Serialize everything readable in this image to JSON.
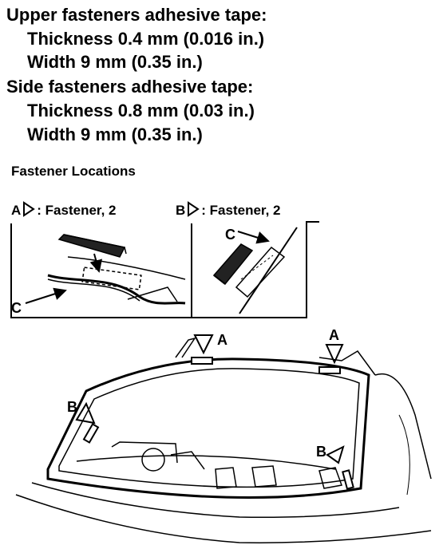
{
  "specs": {
    "upper": {
      "heading": "Upper fasteners adhesive tape:",
      "thickness": "Thickness 0.4 mm (0.016 in.)",
      "width": "Width 9 mm (0.35 in.)"
    },
    "side": {
      "heading": "Side fasteners adhesive tape:",
      "thickness": "Thickness 0.8 mm (0.03 in.)",
      "width": "Width 9 mm (0.35 in.)"
    }
  },
  "section_title": "Fastener Locations",
  "legend": {
    "a_letter": "A",
    "a_text": ": Fastener, 2",
    "b_letter": "B",
    "b_text": ": Fastener, 2"
  },
  "callouts": {
    "c": "C",
    "a": "A",
    "b": "B"
  },
  "colors": {
    "ink": "#000000",
    "paper": "#ffffff"
  }
}
